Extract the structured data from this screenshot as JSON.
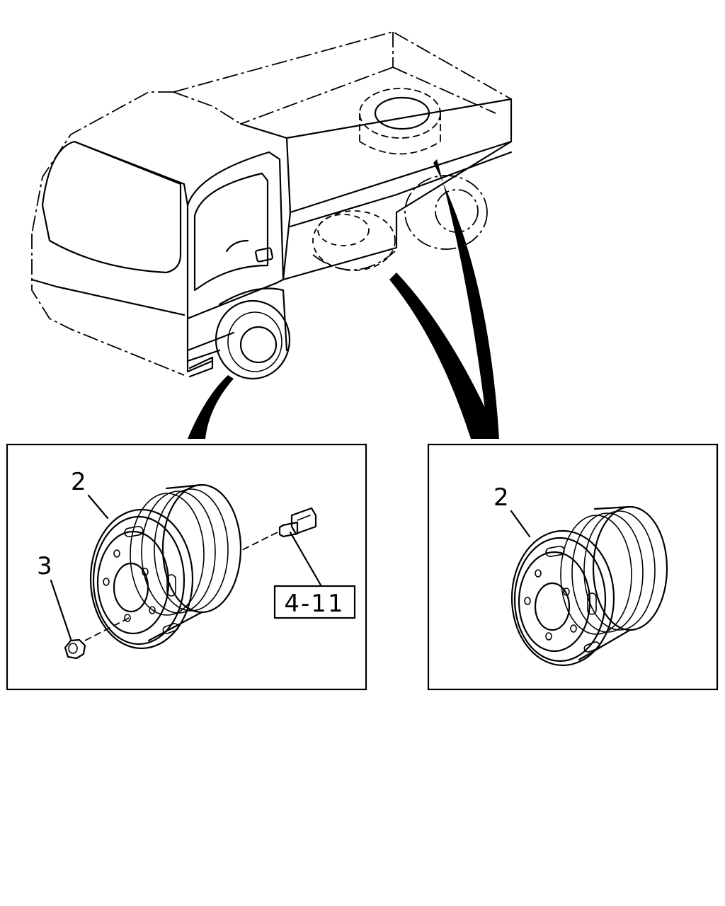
{
  "left_panel": {
    "callouts": {
      "rim": "2",
      "nut": "3"
    },
    "reference": "4-11"
  },
  "right_panel": {
    "callouts": {
      "rim": "2"
    }
  }
}
